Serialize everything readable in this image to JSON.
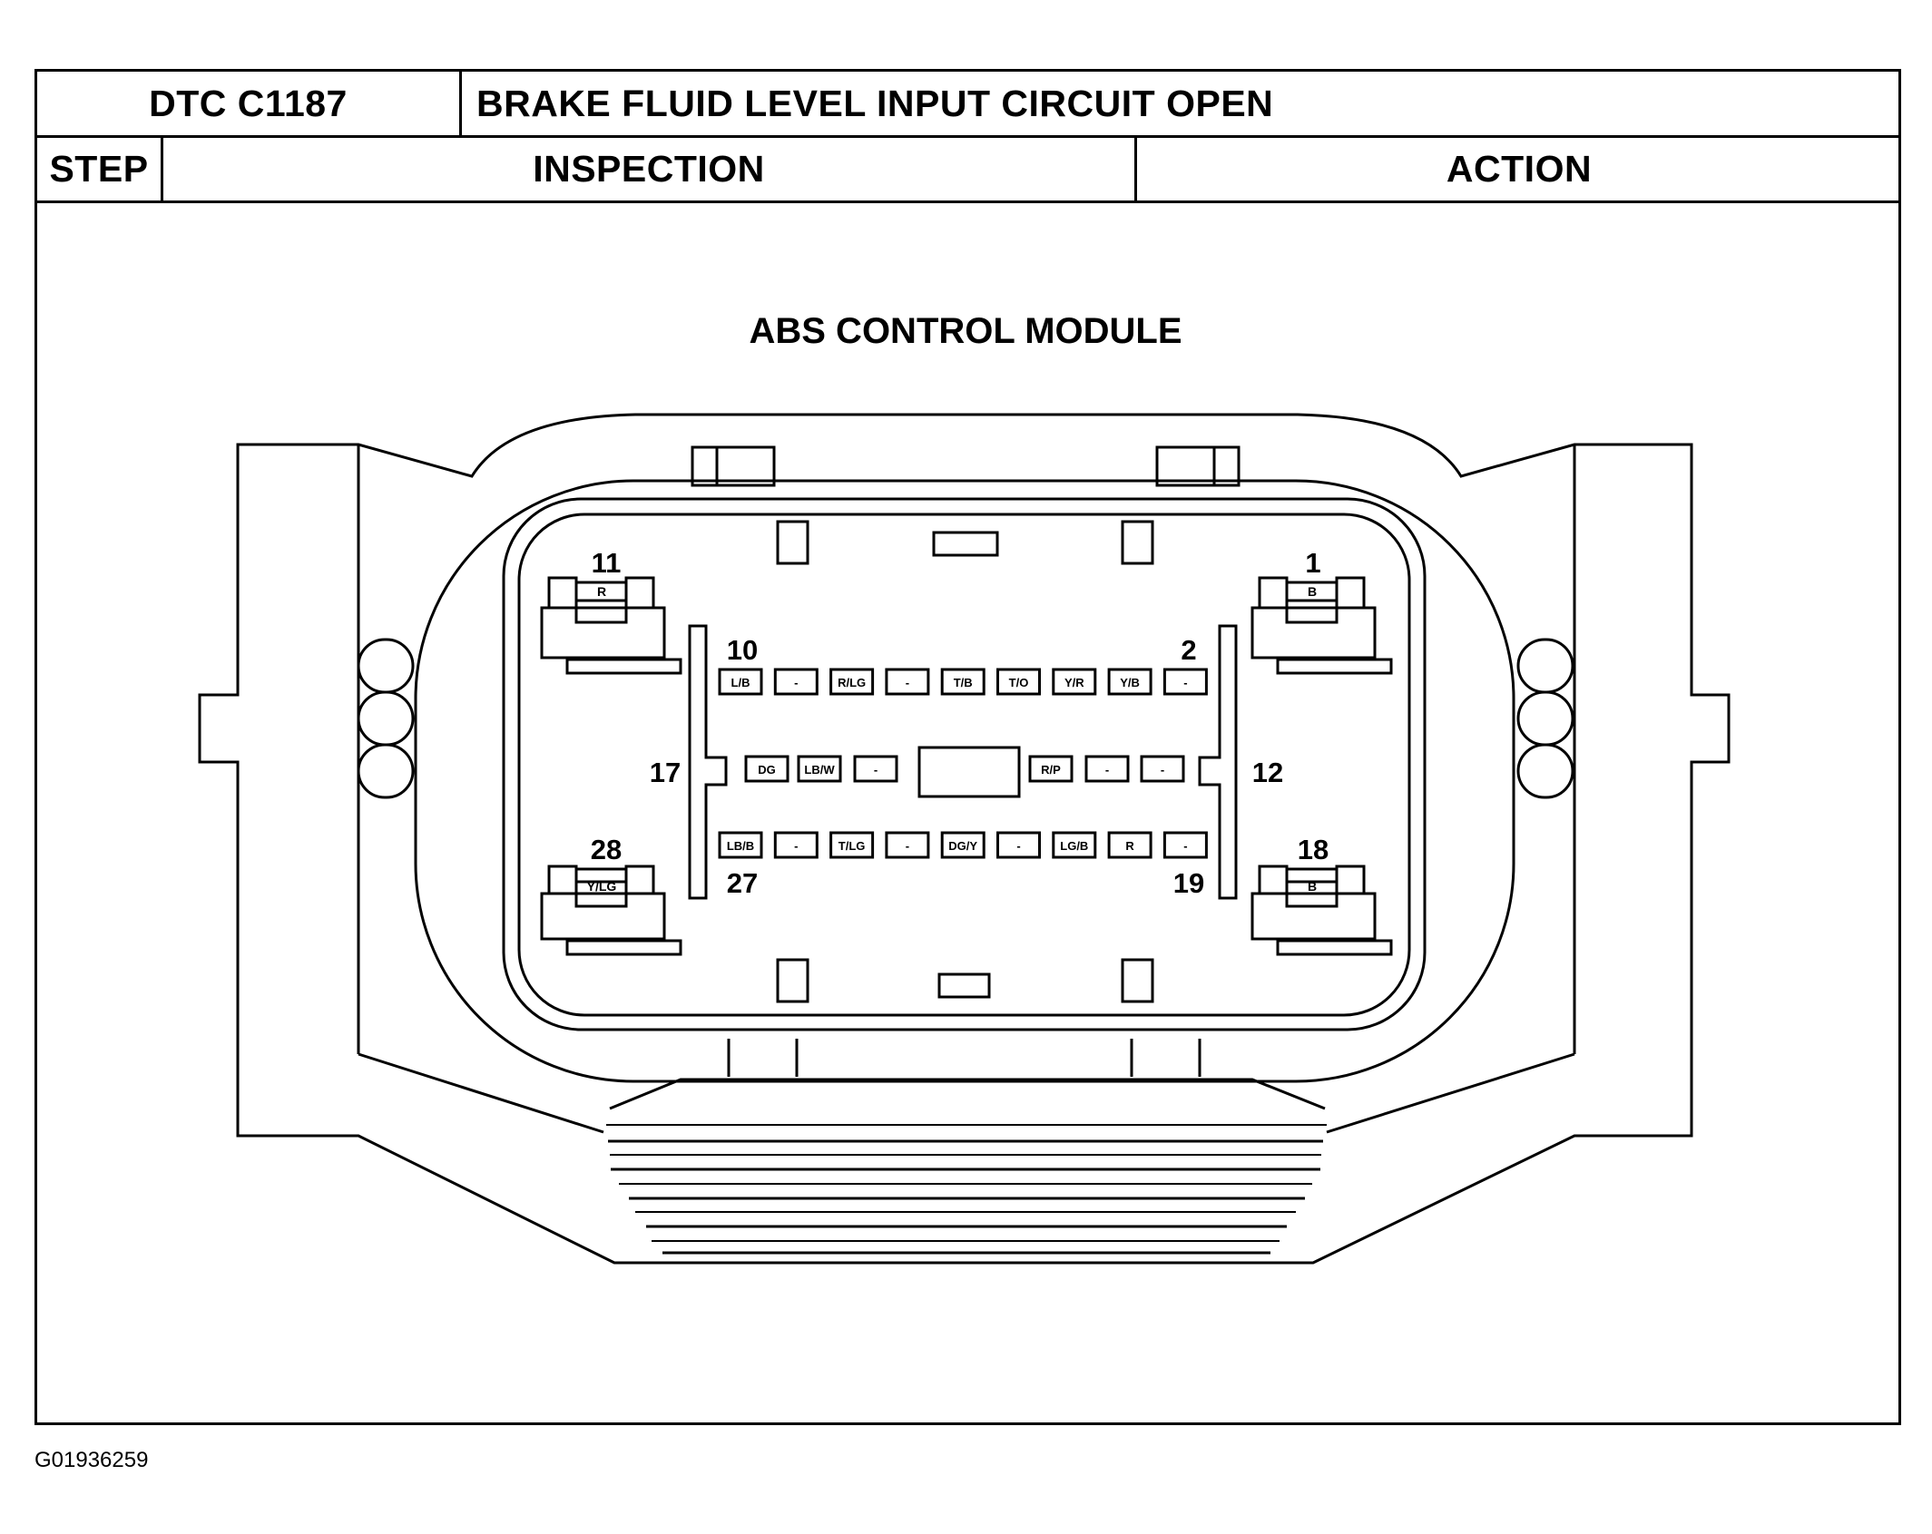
{
  "header": {
    "dtc_code": "DTC C1187",
    "dtc_title": "BRAKE FLUID LEVEL INPUT CIRCUIT OPEN",
    "col_step": "STEP",
    "col_inspection": "INSPECTION",
    "col_action": "ACTION"
  },
  "diagram": {
    "title": "ABS CONTROL MODULE",
    "pins": {
      "p1": "1",
      "p2": "2",
      "p10": "10",
      "p11": "11",
      "p12": "12",
      "p17": "17",
      "p18": "18",
      "p19": "19",
      "p27": "27",
      "p28": "28"
    },
    "large_terminals": {
      "pin1": "B",
      "pin11": "R",
      "pin18": "B",
      "pin28": "Y/LG"
    },
    "row_top": [
      "L/B",
      "-",
      "R/LG",
      "-",
      "T/B",
      "T/O",
      "Y/R",
      "Y/B",
      "-"
    ],
    "row_middle_left": [
      "DG",
      "LB/W",
      "-"
    ],
    "row_middle_right": [
      "R/P",
      "-",
      "-"
    ],
    "row_bottom": [
      "LB/B",
      "-",
      "T/LG",
      "-",
      "DG/Y",
      "-",
      "LG/B",
      "R",
      "-"
    ]
  },
  "footer": {
    "figure_id": "G01936259"
  }
}
